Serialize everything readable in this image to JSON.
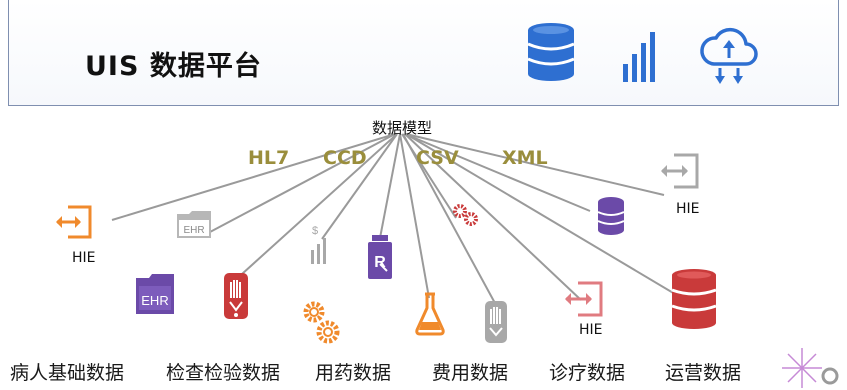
{
  "header": {
    "title": "UIS 数据平台",
    "icons": [
      "database-icon",
      "signal-bars-icon",
      "cloud-sync-icon"
    ],
    "accent": "#2e6fd1"
  },
  "hub": {
    "label": "数据模型"
  },
  "formats": [
    {
      "label": "HL7"
    },
    {
      "label": "CCD"
    },
    {
      "label": "CSV"
    },
    {
      "label": "XML"
    }
  ],
  "hie_labels": [
    "HIE",
    "HIE",
    "HIE"
  ],
  "ehr_text": "EHR",
  "categories": [
    {
      "label": "病人基础数据"
    },
    {
      "label": "检查检验数据"
    },
    {
      "label": "用药数据"
    },
    {
      "label": "费用数据"
    },
    {
      "label": "诊疗数据"
    },
    {
      "label": "运营数据"
    }
  ],
  "colors": {
    "format_text": "#9a8e3c",
    "lines": "#9a9a9a",
    "orange": "#f08a2c",
    "purple": "#6b4aa8",
    "red": "#c93a3a",
    "gray": "#a8a8a8"
  }
}
